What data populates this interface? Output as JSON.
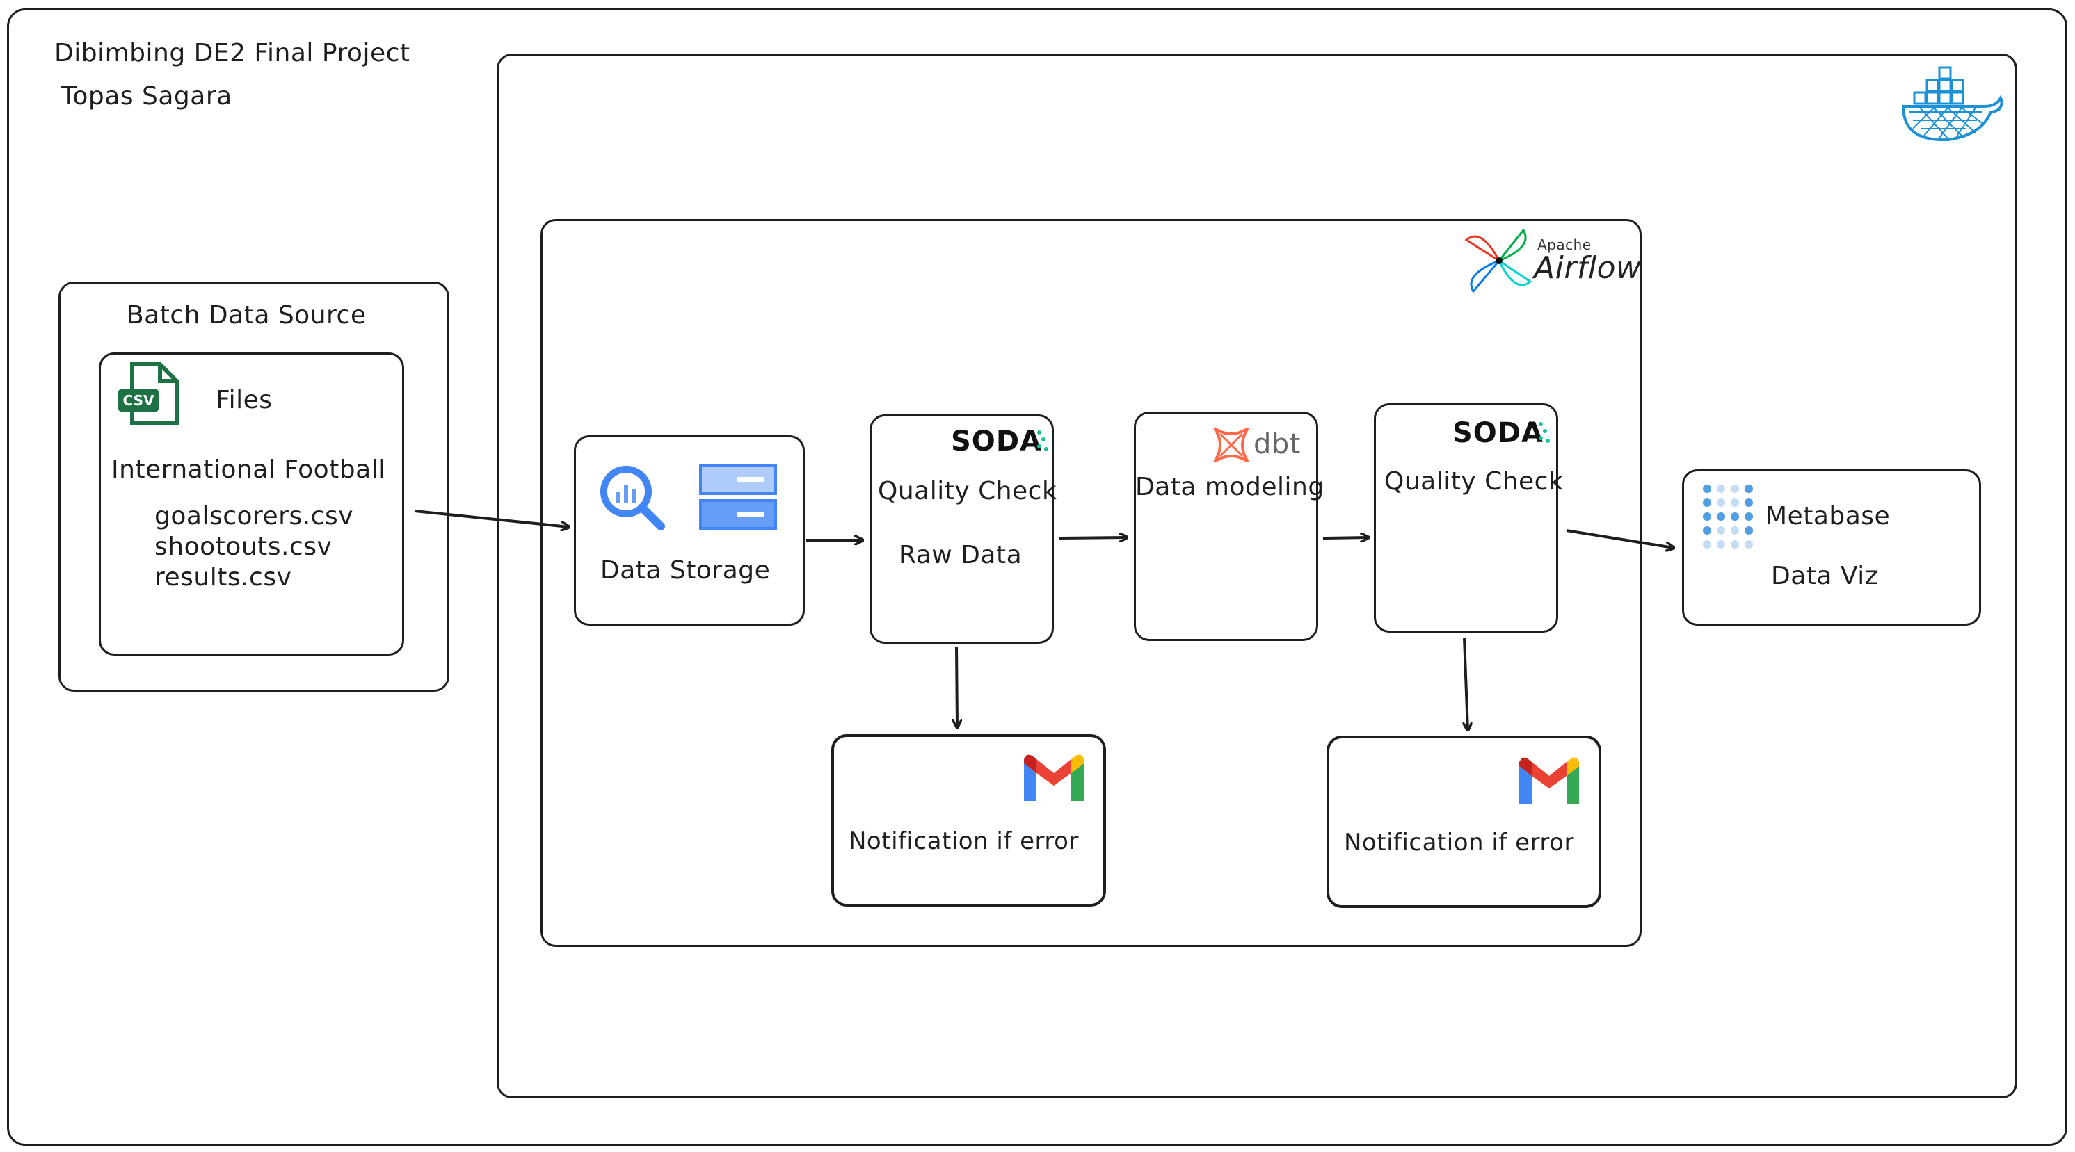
{
  "header": {
    "title": "Dibimbing DE2 Final Project",
    "author": "Topas Sagara"
  },
  "source": {
    "title": "Batch Data Source",
    "files_label": "Files",
    "dataset_name": "International Football",
    "files": [
      "goalscorers.csv",
      "shootouts.csv",
      "results.csv"
    ],
    "csv_badge": "CSV"
  },
  "storage": {
    "label": "Data Storage"
  },
  "quality_raw": {
    "logo_text": "SODA",
    "label": "Quality Check",
    "sublabel": "Raw Data"
  },
  "modeling": {
    "logo_text": "dbt",
    "label": "Data modeling"
  },
  "quality_model": {
    "logo_text": "SODA",
    "label": "Quality Check"
  },
  "viz": {
    "logo_text": "Metabase",
    "label": "Data Viz"
  },
  "notify_1": {
    "label": "Notification if error"
  },
  "notify_2": {
    "label": "Notification if error"
  },
  "airflow": {
    "small": "Apache",
    "big": "Airflow"
  },
  "colors": {
    "stroke": "#1e1e1e",
    "docker": "#1d91d5",
    "soda_dot": "#18c29c",
    "dbt": "#ff694a",
    "gmail_red": "#ea4335",
    "gmail_blue": "#4285f4",
    "gmail_green": "#34a853",
    "gmail_yellow": "#fbbc04",
    "csv_green": "#1e7145",
    "bigquery": "#4285f4",
    "metabase": "#509ee3"
  },
  "icons": [
    "docker-icon",
    "airflow-icon",
    "csv-file-icon",
    "bigquery-icon",
    "storage-icon",
    "soda-logo",
    "dbt-icon",
    "gmail-icon",
    "metabase-icon"
  ]
}
